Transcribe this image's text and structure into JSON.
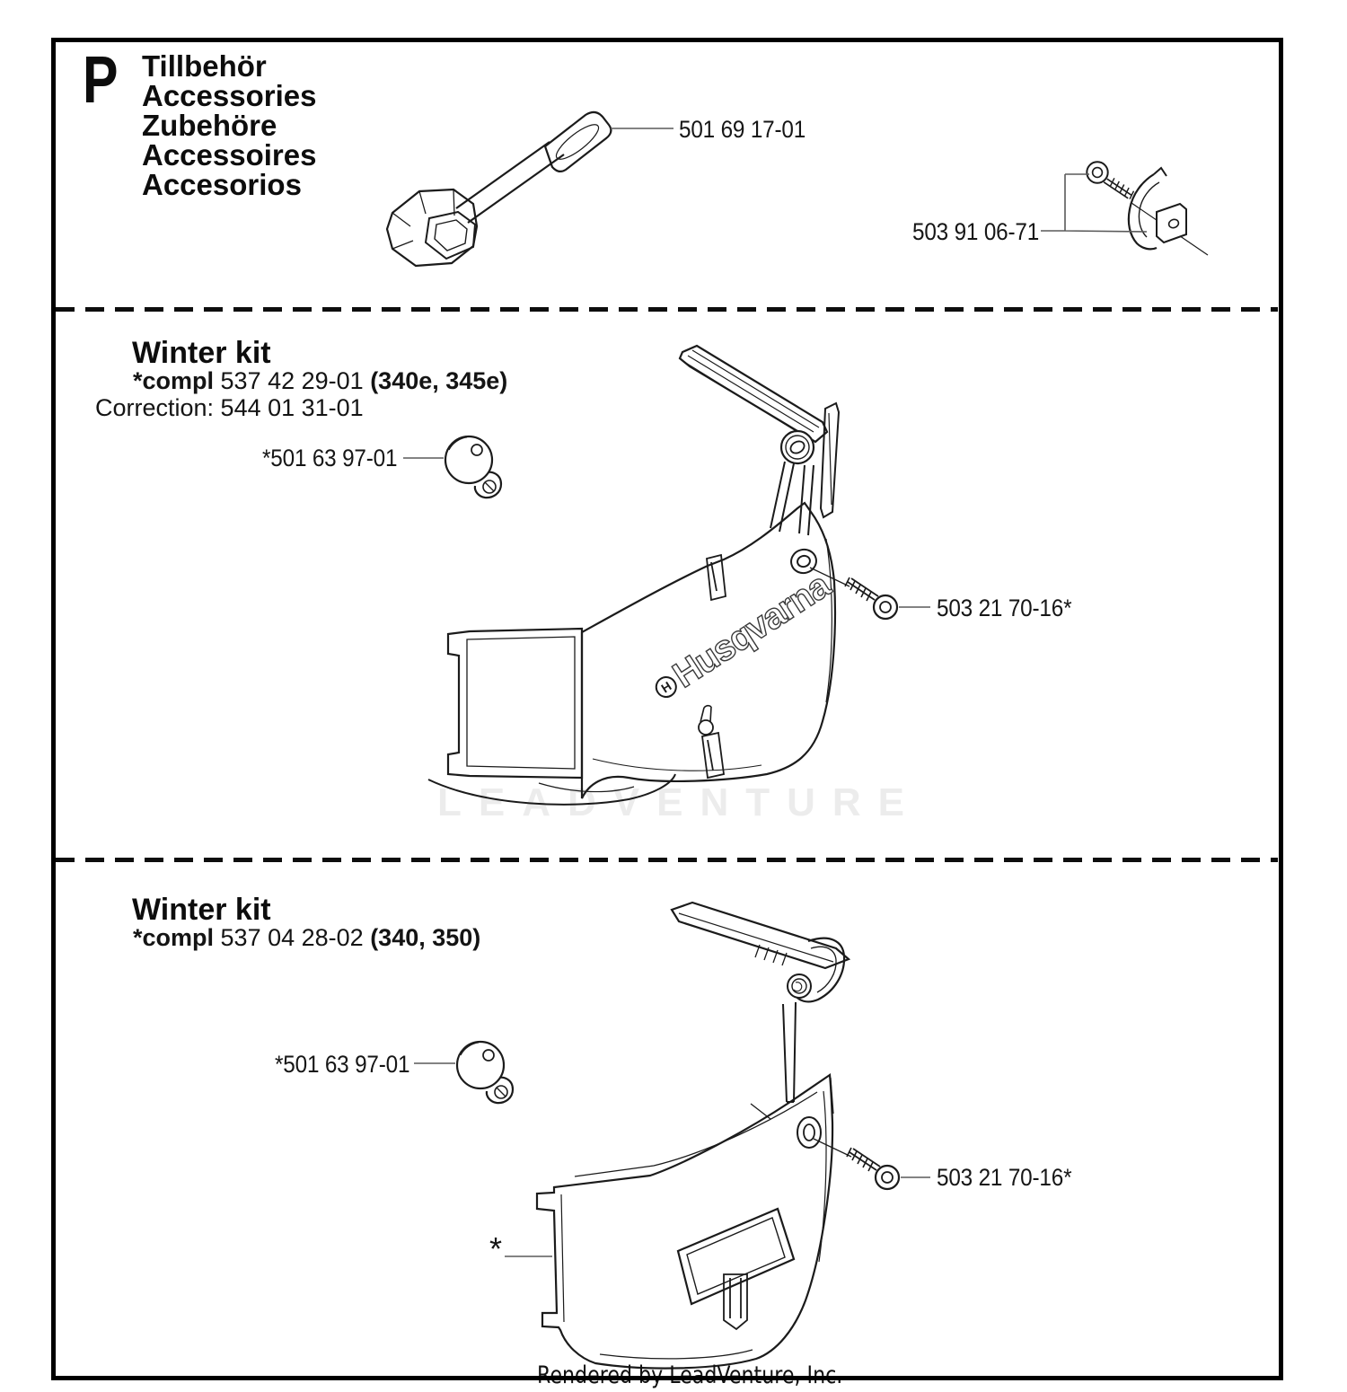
{
  "page": {
    "section_letter": "P",
    "title_lines": [
      "Tillbehör",
      "Accessories",
      "Zubehöre",
      "Accessoires",
      "Accesorios"
    ],
    "watermark": "LEADVENTURE",
    "footer": "Rendered by LeadVenture, Inc."
  },
  "accessories": {
    "wrench_part_number": "501 69 17-01",
    "hook_part_number": "503 91 06-71"
  },
  "winter_kit_1": {
    "heading": "Winter kit",
    "compl_label": "*compl",
    "compl_number": " 537 42 29-01 ",
    "compl_models": "(340e, 345e)",
    "correction_line": "Correction: 544 01 31-01",
    "plug_part_number": "*501 63 97-01",
    "screw_part_number": "503 21 70-16*",
    "cover_logo": "Husqvarna",
    "crown_letter": "H"
  },
  "winter_kit_2": {
    "heading": "Winter kit",
    "compl_label": "*compl",
    "compl_number": " 537 04 28-02 ",
    "compl_models": "(340, 350)",
    "plug_part_number": "*501 63 97-01",
    "screw_part_number": "503 21 70-16*",
    "cover_note": "*"
  }
}
